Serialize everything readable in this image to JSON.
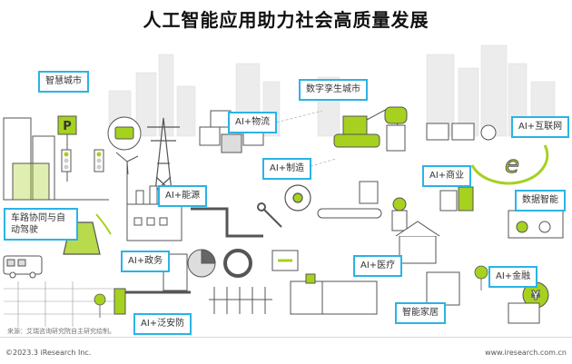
{
  "title": "人工智能应用助力社会高质量发展",
  "labels": {
    "smart_city": "智慧城市",
    "digital_twin_city": "数字孪生城市",
    "ai_logistics": "AI+物流",
    "ai_internet": "AI+互联网",
    "ai_manufacturing": "AI+制造",
    "ai_energy": "AI+能源",
    "ai_commerce": "AI+商业",
    "data_intelligence": "数据智能",
    "vehicle_road_autodrive": "车路协同与自动驾驶",
    "ai_government": "AI+政务",
    "ai_medical": "AI+医疗",
    "ai_finance": "AI+金融",
    "ai_security": "AI+泛安防",
    "smart_home": "智能家居"
  },
  "footer": {
    "source": "来源：艾瑞咨询研究院自主研究绘制。",
    "copyright": "©2023.3 iResearch Inc.",
    "website": "www.iresearch.com.cn"
  },
  "colors": {
    "accent_green": "#a6d11f",
    "tag_border": "#2bb3e6",
    "line_art": "#555555",
    "skyline": "#e8e8e8"
  },
  "icons": [
    "parking-icon",
    "traffic-light-icon",
    "transmission-tower-icon",
    "wind-turbine-icon",
    "robot-icon",
    "excavator-icon",
    "car-icon",
    "bus-icon",
    "factory-icon",
    "gear-icon",
    "wrench-icon",
    "barrier-gate-icon",
    "house-icon",
    "hospital-icon",
    "yuan-coin-icon",
    "chat-bubble-icon",
    "pie-chart-icon"
  ]
}
